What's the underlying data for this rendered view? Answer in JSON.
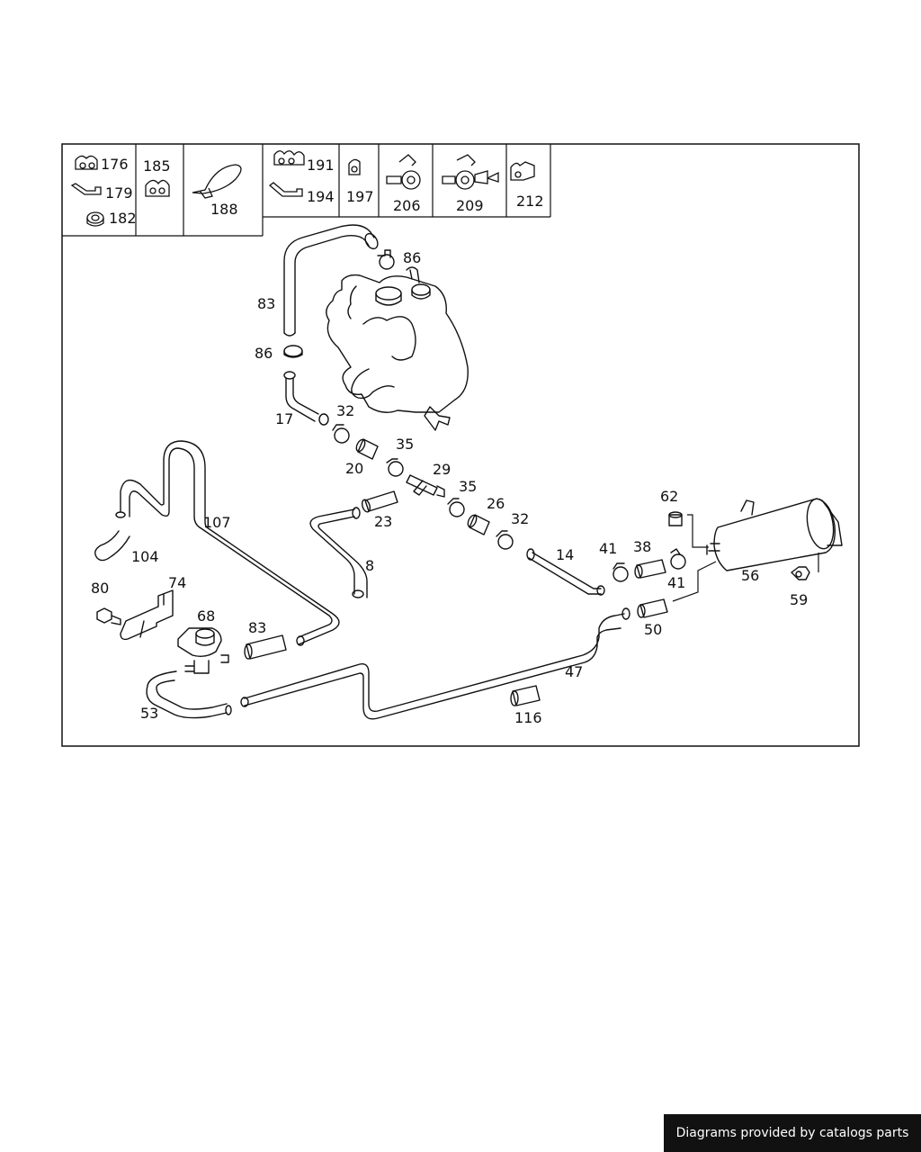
{
  "legend_labels": {
    "l176": "176",
    "l179": "179",
    "l182": "182",
    "l185": "185",
    "l188": "188",
    "l191": "191",
    "l194": "194",
    "l197": "197",
    "l206": "206",
    "l209": "209",
    "l212": "212"
  },
  "part_labels": {
    "p86a": "86",
    "p83a": "83",
    "p86b": "86",
    "p17": "17",
    "p32a": "32",
    "p20": "20",
    "p35a": "35",
    "p29": "29",
    "p35b": "35",
    "p26": "26",
    "p32b": "32",
    "p23": "23",
    "p8": "8",
    "p14": "14",
    "p41a": "41",
    "p38": "38",
    "p41b": "41",
    "p62": "62",
    "p56": "56",
    "p59": "59",
    "p50": "50",
    "p47": "47",
    "p116": "116",
    "p107": "107",
    "p104": "104",
    "p80": "80",
    "p74": "74",
    "p68": "68",
    "p83b": "83",
    "p53": "53"
  },
  "footer": {
    "text": "Diagrams provided by catalogs parts"
  }
}
